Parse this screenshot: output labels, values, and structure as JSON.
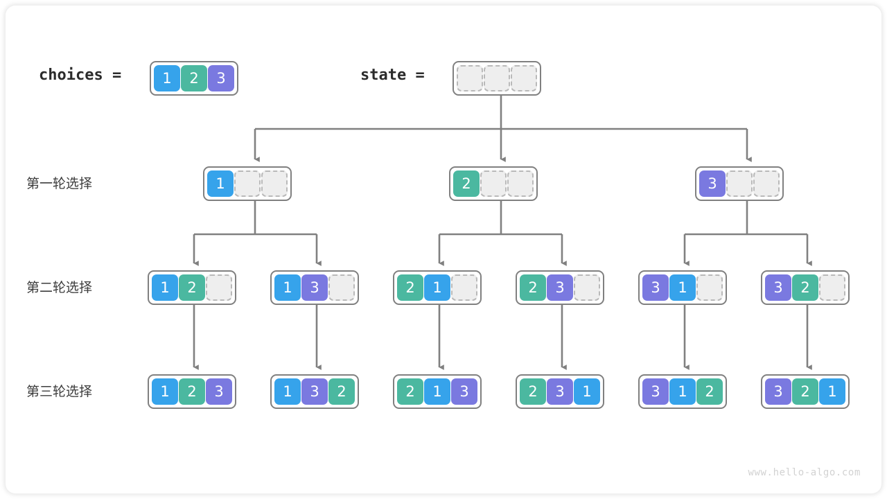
{
  "diagram": {
    "title_vars": {
      "choices_label": "choices =",
      "state_label": "state ="
    },
    "row_labels": [
      "第一轮选择",
      "第二轮选择",
      "第三轮选择"
    ],
    "watermark": "www.hello-algo.com",
    "colors": {
      "value_1": "#36a3eb",
      "value_2": "#4bb8a0",
      "value_3": "#7a79e0",
      "empty_cell": "#eeeeee",
      "border": "#808080",
      "connector": "#808080",
      "card": "#ffffff",
      "text": "#2b2b2b",
      "watermark": "#d2d2d2"
    },
    "choices": [
      1,
      2,
      3
    ],
    "state": [
      null,
      null,
      null
    ],
    "levels": [
      {
        "label": "第一轮选择",
        "nodes": [
          {
            "cells": [
              1,
              null,
              null
            ]
          },
          {
            "cells": [
              2,
              null,
              null
            ]
          },
          {
            "cells": [
              3,
              null,
              null
            ]
          }
        ]
      },
      {
        "label": "第二轮选择",
        "nodes": [
          {
            "cells": [
              1,
              2,
              null
            ]
          },
          {
            "cells": [
              1,
              3,
              null
            ]
          },
          {
            "cells": [
              2,
              1,
              null
            ]
          },
          {
            "cells": [
              2,
              3,
              null
            ]
          },
          {
            "cells": [
              3,
              1,
              null
            ]
          },
          {
            "cells": [
              3,
              2,
              null
            ]
          }
        ]
      },
      {
        "label": "第三轮选择",
        "nodes": [
          {
            "cells": [
              1,
              2,
              3
            ]
          },
          {
            "cells": [
              1,
              3,
              2
            ]
          },
          {
            "cells": [
              2,
              1,
              3
            ]
          },
          {
            "cells": [
              2,
              3,
              1
            ]
          },
          {
            "cells": [
              3,
              1,
              2
            ]
          },
          {
            "cells": [
              3,
              2,
              1
            ]
          }
        ]
      }
    ]
  }
}
